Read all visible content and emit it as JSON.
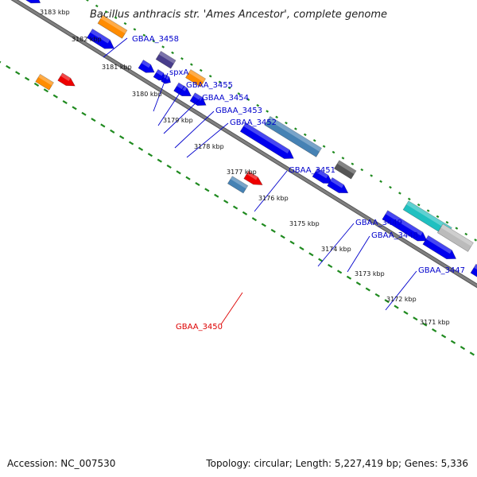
{
  "title": "Bacillus anthracis str. 'Ames Ancestor', complete genome",
  "footer": {
    "accession": "Accession: NC_007530",
    "summary": "Topology: circular; Length: 5,227,419 bp; Genes: 5,336"
  },
  "colors": {
    "backbone": "#808080",
    "ticks": "#1f8a1f",
    "cds_forward": "#0000ee",
    "gene_label": "#0000cc",
    "gene_label_highlight": "#dd0000",
    "orange": "#ff8c00",
    "olive": "#6b8e23",
    "purple": "#483d8b",
    "red": "#ee0000",
    "steelblue": "#4682b4",
    "darkgray": "#555555",
    "cyan": "#20c0c0",
    "lightgray": "#bbbbbb"
  },
  "kbp_markers": [
    "3183 kbp",
    "3182 kbp",
    "3181 kbp",
    "3180 kbp",
    "3179 kbp",
    "3178 kbp",
    "3177 kbp",
    "3176 kbp",
    "3175 kbp",
    "3174 kbp",
    "3173 kbp",
    "3172 kbp",
    "3171 kbp"
  ],
  "gene_labels": [
    "GBAA_3458",
    "spxA",
    "GBAA_3455",
    "GBAA_3454",
    "GBAA_3453",
    "GBAA_3452",
    "GBAA_3451",
    "GBAA_3449",
    "GBAA_3448",
    "GBAA_3447",
    "GBAA_3450"
  ]
}
